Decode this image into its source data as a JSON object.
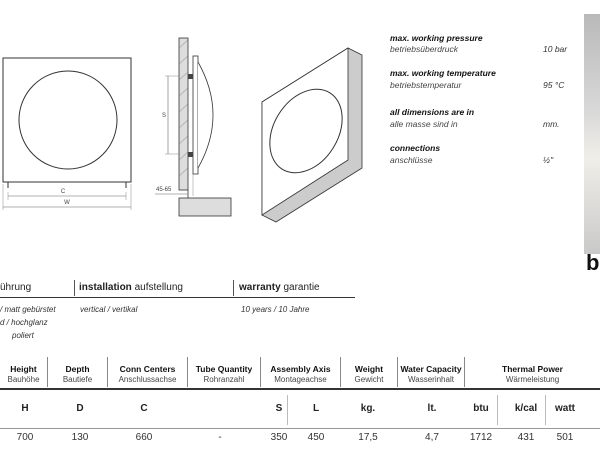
{
  "specs": [
    {
      "label": "max. working pressure",
      "sub": "betriebsüberdruck",
      "value": "10 bar"
    },
    {
      "label": "max. working temperature",
      "sub": "betriebstemperatur",
      "value": "95 °C"
    },
    {
      "label": "all dimensions are in",
      "sub": "alle masse sind in",
      "value": "mm."
    },
    {
      "label": "connections",
      "sub": "anschlüsse",
      "value": "½\""
    }
  ],
  "drawing": {
    "dim_c": "C",
    "dim_w": "W",
    "dim_s": "S",
    "dim_gap": "45-65"
  },
  "logo_fragment": "b",
  "sections": {
    "finish_label": "ührung",
    "install_label": "installation",
    "install_label_de": "aufstellung",
    "warranty_label": "warranty",
    "warranty_label_de": "garantie"
  },
  "finish_notes": [
    "/ matt gebürstet",
    "d / hochglanz",
    "poliert"
  ],
  "install_note": "vertical / vertikal",
  "warranty_note": "10 years / 10 Jahre",
  "table": {
    "headers": [
      {
        "en": "Height",
        "de": "Bauhöhe"
      },
      {
        "en": "Depth",
        "de": "Bautiefe"
      },
      {
        "en": "Conn Centers",
        "de": "Anschlussachse"
      },
      {
        "en": "Tube Quantity",
        "de": "Rohranzahl"
      },
      {
        "en": "Assembly Axis",
        "de": "Montageachse"
      },
      {
        "en": "Weight",
        "de": "Gewicht"
      },
      {
        "en": "Water Capacity",
        "de": "Wasserinhalt"
      },
      {
        "en": "Thermal Power",
        "de": "Wärmeleistung"
      }
    ],
    "symbols": [
      "H",
      "D",
      "C",
      "S",
      "L",
      "kg.",
      "lt.",
      "btu",
      "k/cal",
      "watt"
    ],
    "values": [
      "700",
      "130",
      "660",
      "-",
      "350",
      "450",
      "17,5",
      "4,7",
      "1712",
      "431",
      "501"
    ]
  }
}
